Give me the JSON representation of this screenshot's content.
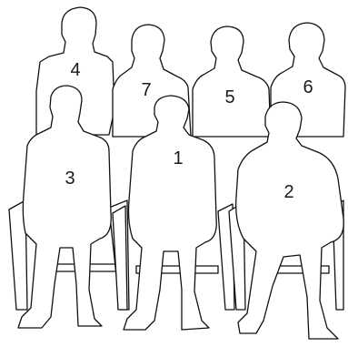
{
  "people": [
    {
      "number": "4",
      "row": "back"
    },
    {
      "number": "7",
      "row": "back"
    },
    {
      "number": "5",
      "row": "back"
    },
    {
      "number": "6",
      "row": "back"
    },
    {
      "number": "3",
      "row": "front"
    },
    {
      "number": "1",
      "row": "front"
    },
    {
      "number": "2",
      "row": "front"
    }
  ],
  "colors": {
    "outline": "#111111",
    "background": "#ffffff",
    "label": "#1a1a1a"
  }
}
